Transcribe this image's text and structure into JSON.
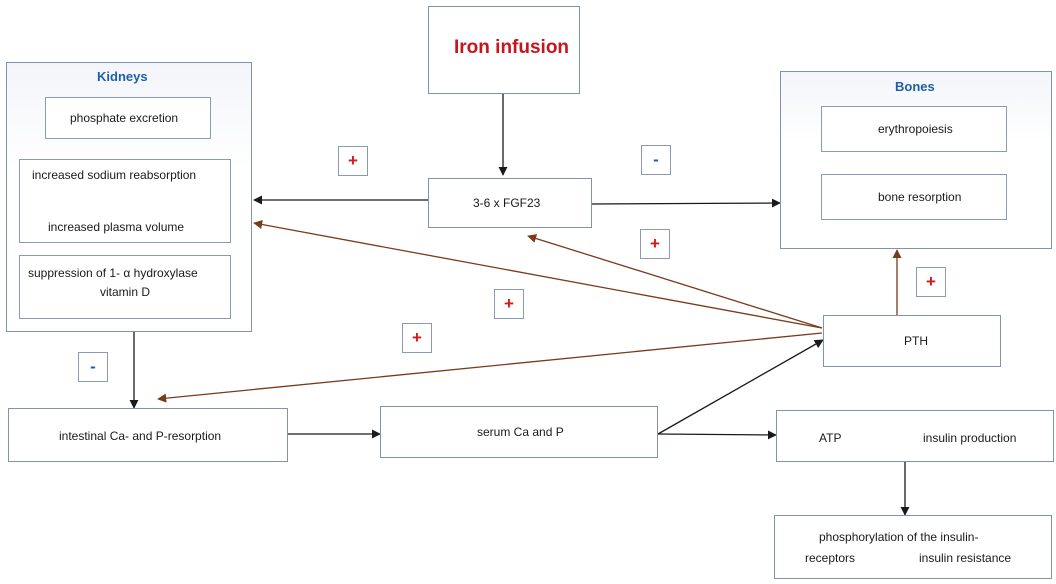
{
  "iron_infusion": "Iron infusion",
  "kidneys": {
    "title": "Kidneys",
    "phosphate": "phosphate excretion",
    "sodium_line1": "increased sodium reabsorption",
    "sodium_line2": "increased plasma volume",
    "hydroxylase_line1": "suppression of 1- α hydroxylase",
    "hydroxylase_line2": "vitamin D"
  },
  "bones": {
    "title": "Bones",
    "erythropoiesis": "erythropoiesis",
    "bone_resorption": "bone resorption"
  },
  "fgf23": "3-6 x FGF23",
  "pth": "PTH",
  "intestinal": "intestinal Ca- and P-resorption",
  "serum": "serum Ca and P",
  "atp": "ATP",
  "insulin_production": "insulin production",
  "phos_line1": "phosphorylation of the insulin-",
  "phos_line2a": "receptors",
  "phos_line2b": "insulin resistance",
  "signs": {
    "plus": "+",
    "minus": "-"
  },
  "colors": {
    "black_arrow": "#1a1a1a",
    "brown_arrow": "#7a3a1c",
    "title_blue": "#1f5fa8",
    "iron_red": "#c4161c",
    "plus_red": "#d11a1a"
  }
}
